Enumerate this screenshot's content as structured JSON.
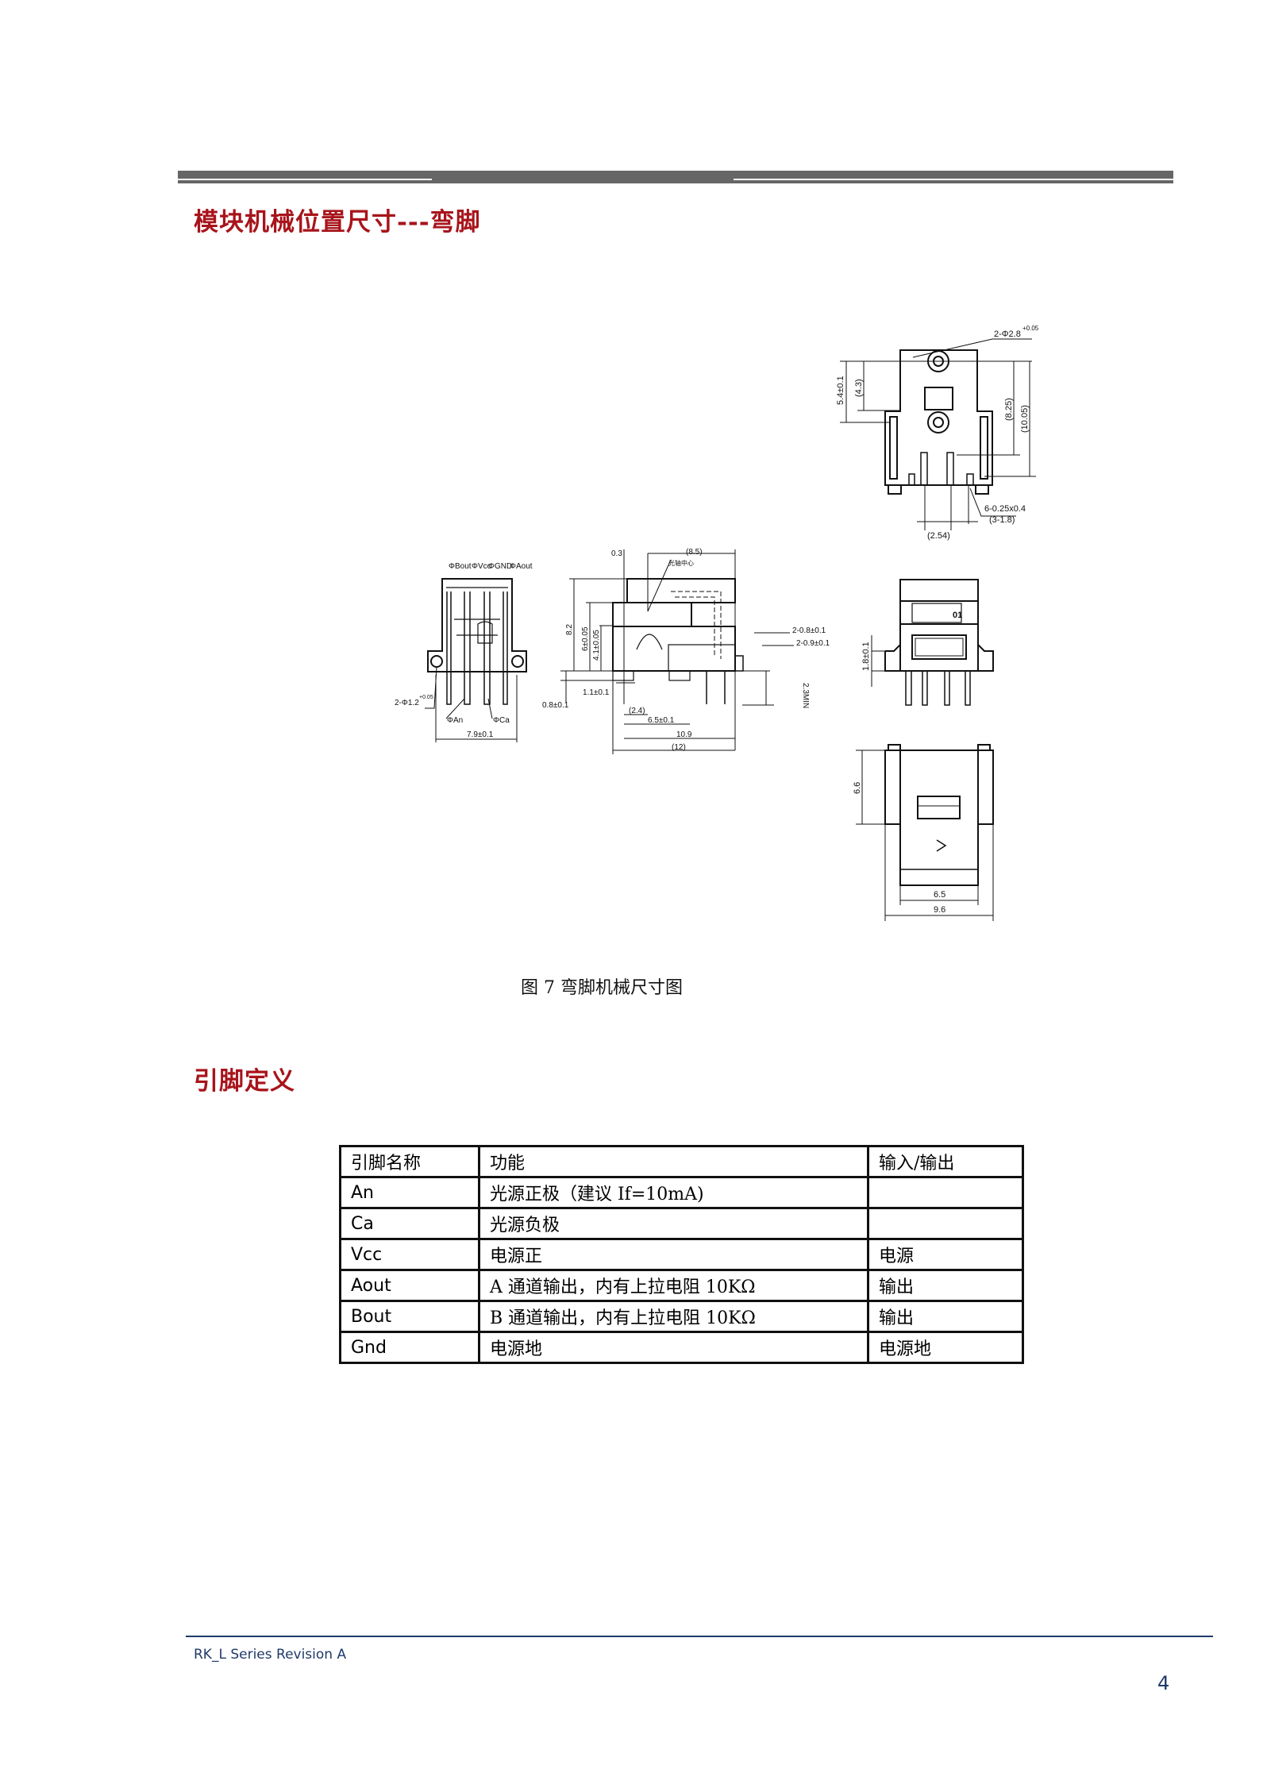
{
  "section1_title": "模块机械位置尺寸---弯脚",
  "figure": {
    "caption": "图 7  弯脚机械尺寸图",
    "top_view": {
      "hole": "2-Φ2.8",
      "tol": "+0.05",
      "d1": "5.4±0.1",
      "d2": "(4.3)",
      "d3": "(8.25)",
      "d4": "(10.05)",
      "pin": "6-0.25x0.4",
      "pin2": "(3-1.8)",
      "pitch": "(2.54)"
    },
    "front_view": {
      "bout": "ΦBout",
      "vcc": "ΦVcc",
      "gnd": "ΦGND",
      "aout": "ΦAout",
      "an": "ΦAn",
      "ca": "ΦCa",
      "hole": "2-Φ1.2",
      "tol": "+0.05",
      "width": "7.9±0.1"
    },
    "side_view": {
      "d03": "0.3",
      "d85": "(8.5)",
      "axis": "光轴中心",
      "d82": "8.2",
      "d6": "6±0.05",
      "d41": "4.1±0.05",
      "p08": "2-0.8±0.1",
      "p09": "2-0.9±0.1",
      "min": "2.3MIN",
      "d11": "1.1±0.1",
      "d08": "0.8±0.1",
      "d24": "(2.4)",
      "d65": "6.5±0.1",
      "d109": "10.9",
      "d12": "(12)"
    },
    "end_view": {
      "mark": "01",
      "d18": "1.8±0.1"
    },
    "bottom_view": {
      "d66": "6.6",
      "d65": "6.5",
      "d96": "9.6"
    }
  },
  "section2_title": "引脚定义",
  "pin_table": {
    "headers": [
      "引脚名称",
      "功能",
      "输入/输出"
    ],
    "rows": [
      [
        "An",
        "光源正极（建议 If=10mA)",
        ""
      ],
      [
        "Ca",
        "光源负极",
        ""
      ],
      [
        "Vcc",
        "电源正",
        "电源"
      ],
      [
        "Aout",
        "A 通道输出，内有上拉电阻 10KΩ",
        "输出"
      ],
      [
        "Bout",
        "B 通道输出，内有上拉电阻 10KΩ",
        "输出"
      ],
      [
        "Gnd",
        "电源地",
        "电源地"
      ]
    ]
  },
  "footer": {
    "series": "RK_L  Series Revision A",
    "page": "4"
  }
}
